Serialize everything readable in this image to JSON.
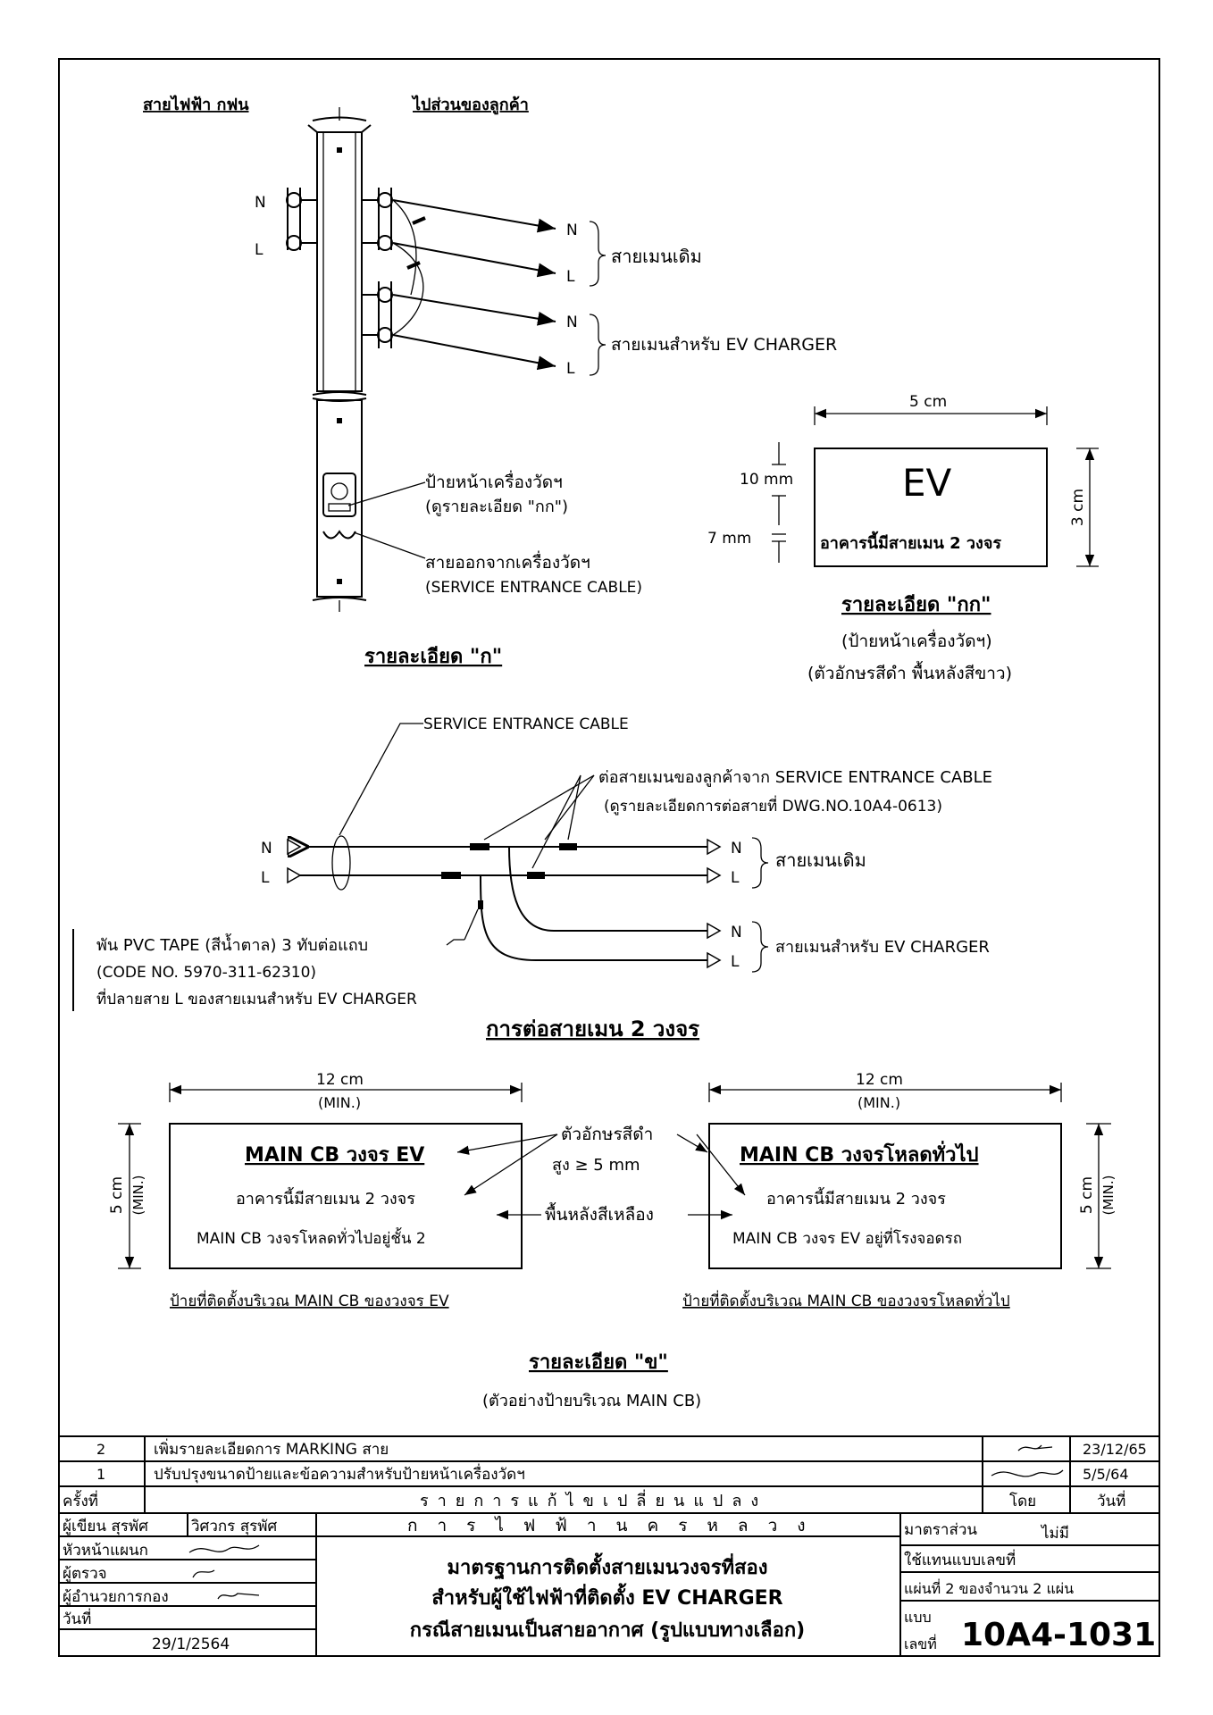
{
  "detail_a": {
    "label_left": "สายไฟฟ้า กฟน",
    "label_right": "ไปส่วนของลูกค้า",
    "n": "N",
    "l": "L",
    "existing_main": "สายเมนเดิม",
    "ev_main": "สายเมนสำหรับ EV CHARGER",
    "meter_sign_1": "ป้ายหน้าเครื่องวัดฯ",
    "meter_sign_2": "(ดูรายละเอียด \"กก\")",
    "exit_cable_1": "สายออกจากเครื่องวัดฯ",
    "exit_cable_2": "(SERVICE ENTRANCE CABLE)",
    "title": "รายละเอียด \"ก\""
  },
  "detail_kk": {
    "width_label": "5 cm",
    "height_label": "3 cm",
    "dim_10": "10 mm",
    "dim_7": "7 mm",
    "sign_big": "EV",
    "sign_small": "อาคารนี้มีสายเมน 2 วงจร",
    "title": "รายละเอียด \"กก\"",
    "sub1": "(ป้ายหน้าเครื่องวัดฯ)",
    "sub2": "(ตัวอักษรสีดำ พื้นหลังสีขาว)"
  },
  "connection": {
    "sec": "SERVICE ENTRANCE CABLE",
    "joint1": "ต่อสายเมนของลูกค้าจาก SERVICE ENTRANCE CABLE",
    "joint2": "(ดูรายละเอียดการต่อสายที่ DWG.NO.10A4-0613)",
    "n": "N",
    "l": "L",
    "existing_main": "สายเมนเดิม",
    "ev_main": "สายเมนสำหรับ EV CHARGER",
    "tape1": "พัน PVC TAPE (สีน้ำตาล) 3 ทับต่อแถบ",
    "tape2": "(CODE NO. 5970-311-62310)",
    "tape3": "ที่ปลายสาย L ของสายเมนสำหรับ EV CHARGER",
    "title": "การต่อสายเมน 2 วงจร"
  },
  "detail_b": {
    "width": "12 cm",
    "min": "(MIN.)",
    "height": "5 cm",
    "hmin": "(MIN.)",
    "left_title": "MAIN CB วงจร EV",
    "left_line1": "อาคารนี้มีสายเมน 2 วงจร",
    "left_line2": "MAIN CB วงจรโหลดทั่วไปอยู่ชั้น 2",
    "right_title": "MAIN CB วงจรโหลดทั่วไป",
    "right_line1": "อาคารนี้มีสายเมน 2 วงจร",
    "right_line2": "MAIN CB วงจร EV อยู่ที่โรงจอดรถ",
    "note_black1": "ตัวอักษรสีดำ",
    "note_black2": "สูง ≥ 5 mm",
    "note_yellow": "พื้นหลังสีเหลือง",
    "caption_left": "ป้ายที่ติดตั้งบริเวณ MAIN CB ของวงจร EV",
    "caption_right": "ป้ายที่ติดตั้งบริเวณ MAIN CB ของวงจรโหลดทั่วไป",
    "title": "รายละเอียด \"ข\"",
    "sub": "(ตัวอย่างป้ายบริเวณ MAIN CB)"
  },
  "revisions": {
    "rows": [
      {
        "no": "2",
        "desc": "เพิ่มรายละเอียดการ MARKING สาย",
        "date": "23/12/65"
      },
      {
        "no": "1",
        "desc": "ปรับปรุงขนาดป้ายและข้อความสำหรับป้ายหน้าเครื่องวัดฯ",
        "date": "5/5/64"
      }
    ],
    "h_no": "ครั้งที่",
    "h_desc": "รายการแก้ไขเปลี่ยนแปลง",
    "h_by": "โดย",
    "h_date": "วันที่"
  },
  "titleblock": {
    "writer_lbl": "ผู้เขียน สุรพัศ",
    "engineer_lbl": "วิศวกร สุรพัศ",
    "head_lbl": "หัวหน้าแผนก",
    "checker_lbl": "ผู้ตรวจ",
    "director_lbl": "ผู้อำนวยการกอง",
    "date_lbl": "วันที่",
    "date_val": "29/1/2564",
    "org": "การไฟฟ้านครหลวง",
    "title1": "มาตรฐานการติดตั้งสายเมนวงจรที่สอง",
    "title2": "สำหรับผู้ใช้ไฟฟ้าที่ติดตั้ง EV CHARGER",
    "title3": "กรณีสายเมนเป็นสายอากาศ (รูปแบบทางเลือก)",
    "scale_lbl": "มาตราส่วน",
    "scale_val": "ไม่มี",
    "replace_lbl": "ใช้แทนแบบเลขที่",
    "sheet": "แผ่นที่ 2 ของจำนวน 2 แผ่น",
    "form_lbl1": "แบบ",
    "form_lbl2": "เลขที่",
    "number": "10A4-1031"
  }
}
